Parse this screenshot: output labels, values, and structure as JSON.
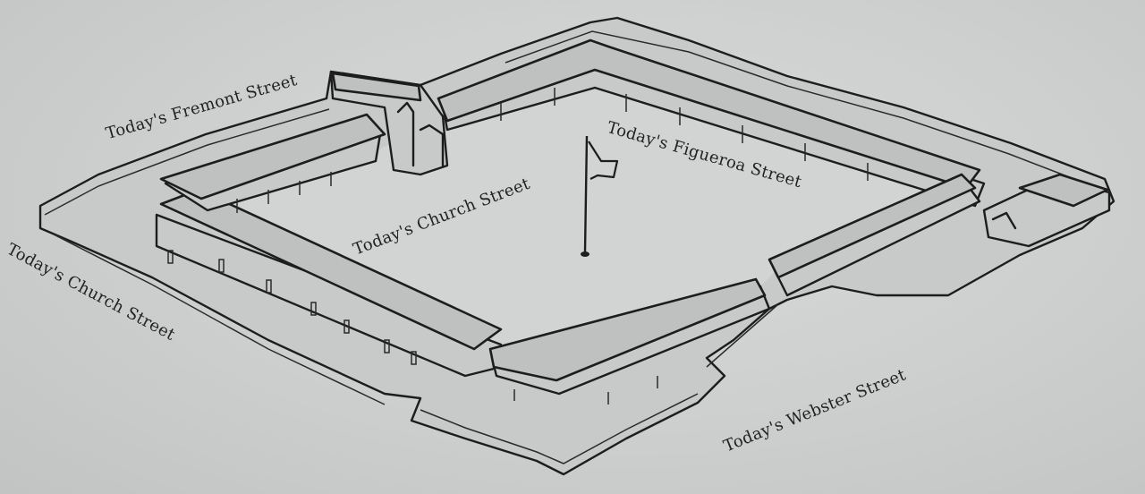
{
  "labels": {
    "fremont": "Today's Fremont Street",
    "church_inner": "Today's Church Street",
    "figueroa": "Today's Figueroa Street",
    "church_outer": "Today's Church Street",
    "webster": "Today's Webster Street"
  },
  "icons": {
    "flag": "flag-icon"
  }
}
